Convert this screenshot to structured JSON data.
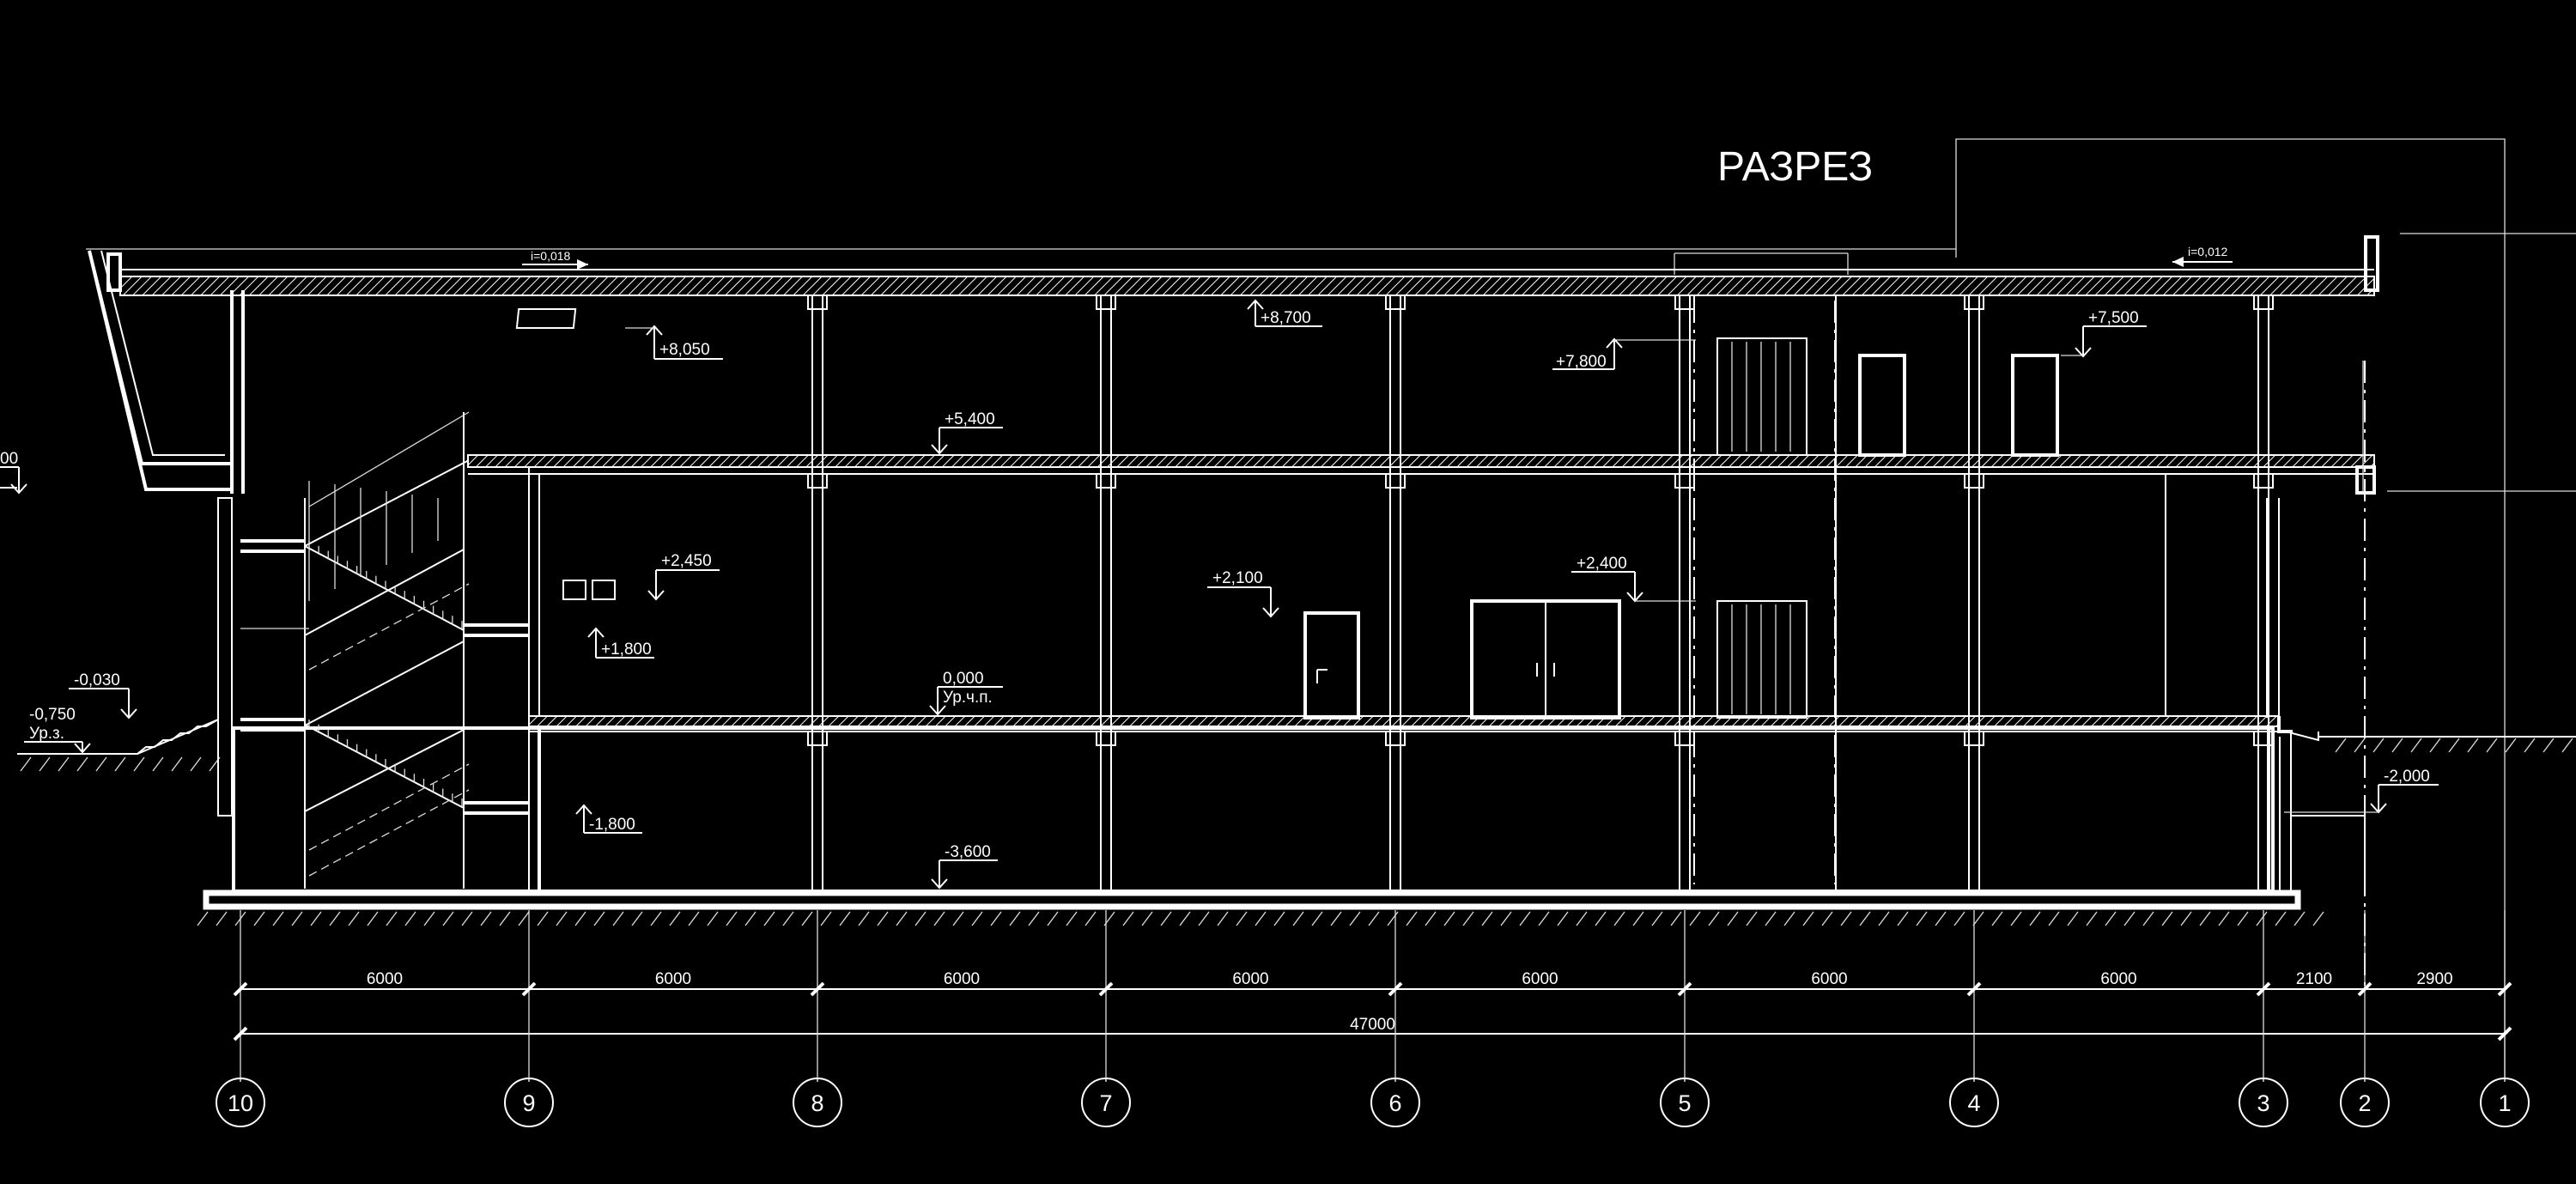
{
  "title": "РАЗРЕЗ",
  "slopes": [
    {
      "id": "left",
      "label": "i=0,018"
    },
    {
      "id": "right",
      "label": "i=0,012"
    }
  ],
  "elevations": [
    {
      "id": "e8050",
      "label": "+8,050"
    },
    {
      "id": "e8700",
      "label": "+8,700"
    },
    {
      "id": "e7800",
      "label": "+7,800"
    },
    {
      "id": "e7500",
      "label": "+7,500"
    },
    {
      "id": "e5400",
      "label": "+5,400"
    },
    {
      "id": "e2450",
      "label": "+2,450"
    },
    {
      "id": "e1800",
      "label": "+1,800"
    },
    {
      "id": "e2100",
      "label": "+2,100"
    },
    {
      "id": "e2400",
      "label": "+2,400"
    },
    {
      "id": "e0000",
      "label": "0,000"
    },
    {
      "id": "eupch",
      "label": "Ур.ч.п."
    },
    {
      "id": "em0030",
      "label": "-0,030"
    },
    {
      "id": "em0750",
      "label": "-0,750"
    },
    {
      "id": "eurz",
      "label": "Ур.з."
    },
    {
      "id": "em1800",
      "label": "-1,800"
    },
    {
      "id": "em3600",
      "label": "-3,600"
    },
    {
      "id": "em2000",
      "label": "-2,000"
    },
    {
      "id": "ecut",
      "label": "00"
    }
  ],
  "dimensions": {
    "spans": [
      "6000",
      "6000",
      "6000",
      "6000",
      "6000",
      "6000",
      "6000",
      "2100",
      "2900"
    ],
    "total": "47000"
  },
  "axes": [
    "10",
    "9",
    "8",
    "7",
    "6",
    "5",
    "4",
    "3",
    "2",
    "1"
  ]
}
